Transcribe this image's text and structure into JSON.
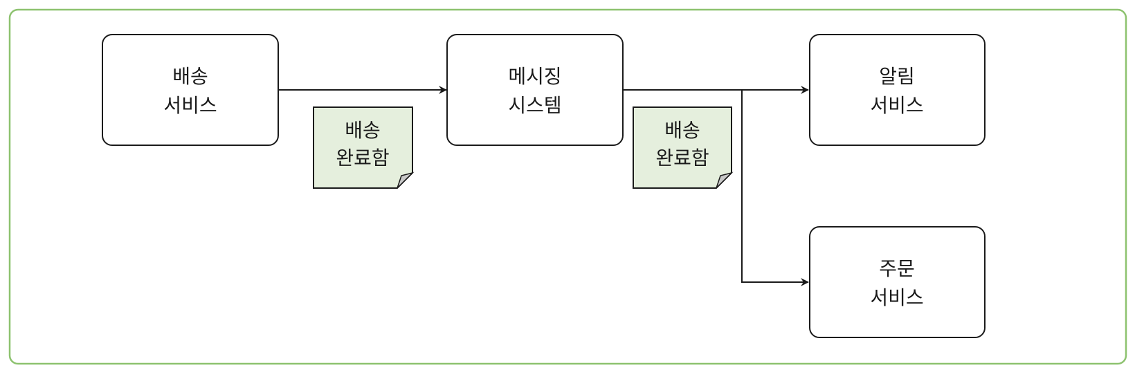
{
  "colors": {
    "frame": "#8dc26f",
    "note_fill": "#e5efdd",
    "fold_fill": "#c8c8c8",
    "stroke": "#1a1a1a"
  },
  "nodes": {
    "shipping": [
      "배송",
      "서비스"
    ],
    "messaging": [
      "메시징",
      "시스템"
    ],
    "notification": [
      "알림",
      "서비스"
    ],
    "order": [
      "주문",
      "서비스"
    ]
  },
  "messages": {
    "first": [
      "배송",
      "완료함"
    ],
    "second": [
      "배송",
      "완료함"
    ]
  }
}
